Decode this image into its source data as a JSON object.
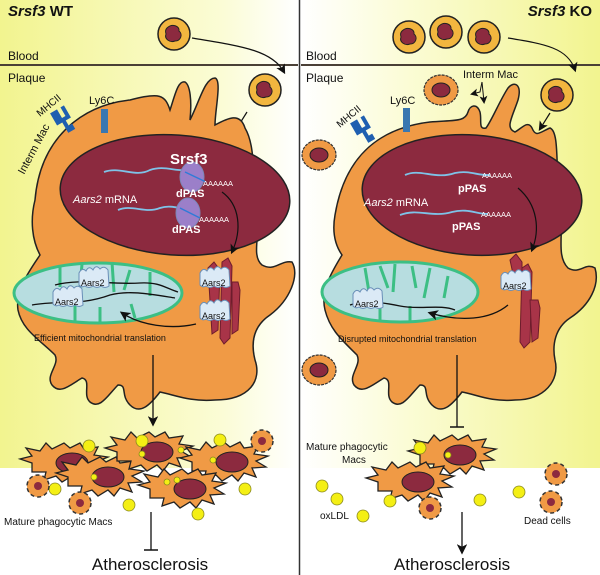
{
  "panels": {
    "left": {
      "title_gene": "Srsf3",
      "title_cond": "WT",
      "blood_label": "Blood",
      "plaque_label": "Plaque",
      "cell_label": "Interm Mac",
      "receptor1": "MHCII",
      "receptor2": "Ly6C",
      "splice_factor": "Srsf3",
      "mrna_gene": "Aars2",
      "mrna_suffix": "mRNA",
      "pas1": "dPAS",
      "pas2": "dPAS",
      "polya": "AAAAAA",
      "protein": "Aars2",
      "translation": "Efficient mitochondrial translation",
      "mature_label": "Mature phagocytic Macs",
      "outcome": "Atherosclerosis"
    },
    "right": {
      "title_gene": "Srsf3",
      "title_cond": "KO",
      "blood_label": "Blood",
      "plaque_label": "Plaque",
      "cell_label": "Interm Mac",
      "receptor1": "MHCII",
      "receptor2": "Ly6C",
      "mrna_gene": "Aars2",
      "mrna_suffix": "mRNA",
      "pas1": "pPAS",
      "pas2": "pPAS",
      "polya": "AAAAAA",
      "protein": "Aars2",
      "translation": "Disrupted mitochondrial translation",
      "mature_label_line1": "Mature phagocytic",
      "mature_label_line2": "Macs",
      "oxldl_label": "oxLDL",
      "dead_label": "Dead cells",
      "outcome": "Atherosclerosis"
    }
  },
  "colors": {
    "background_yellow": "#f6f7a8",
    "cell_orange": "#f09a45",
    "nucleus": "#8c2a3f",
    "mito_fill": "#b7dde0",
    "mito_border": "#3cbf84",
    "receptor_blue": "#1f5fb0",
    "ly6c_blue": "#3a77b0",
    "srsf3_purple": "#9b7fc9",
    "mrna_blue": "#7ec3e8",
    "oxldl_yellow": "#f4ef14",
    "monocyte": "#f2b63f",
    "er_red": "#a83448"
  }
}
